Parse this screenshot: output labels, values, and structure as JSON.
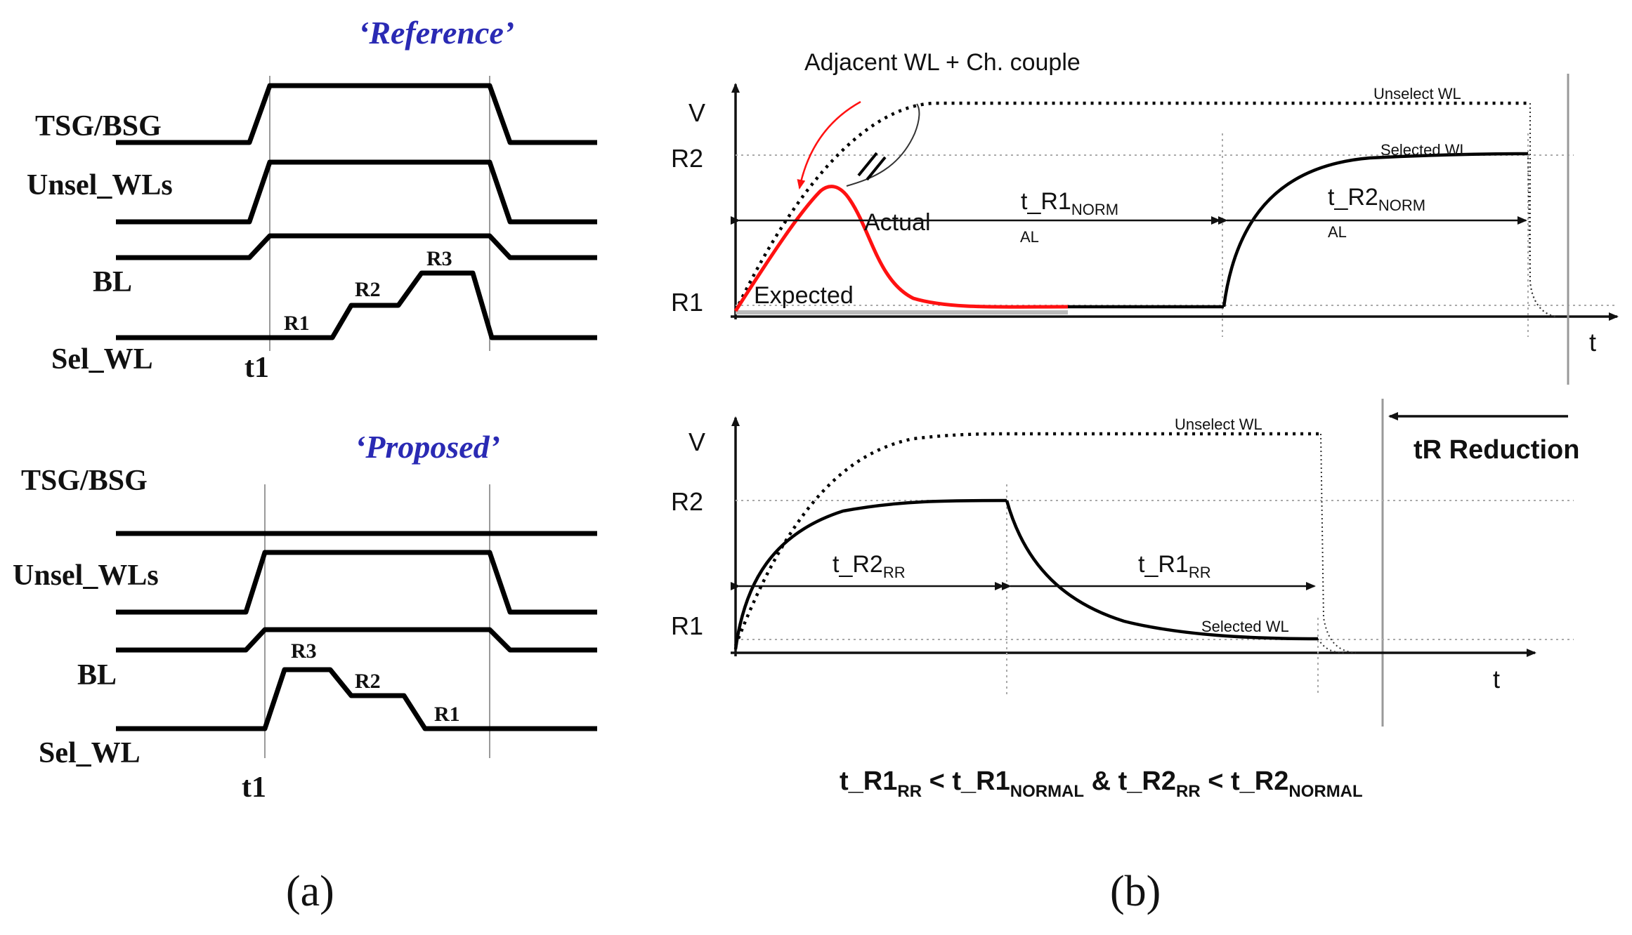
{
  "panel_a": {
    "label": "(a)",
    "reference": {
      "title": "‘Reference’",
      "signals": [
        "TSG/BSG",
        "Unsel_WLs",
        "BL",
        "Sel_WL"
      ],
      "levels": [
        "R1",
        "R2",
        "R3"
      ],
      "time_label": "t1"
    },
    "proposed": {
      "title": "‘Proposed’",
      "signals": [
        "TSG/BSG",
        "Unsel_WLs",
        "BL",
        "Sel_WL"
      ],
      "levels": [
        "R3",
        "R2",
        "R1"
      ],
      "time_label": "t1"
    }
  },
  "panel_b": {
    "label": "(b)",
    "top": {
      "y_axis": "V",
      "x_axis": "t",
      "r2": "R2",
      "r1": "R1",
      "annotation": "Adjacent WL + Ch. couple",
      "unselect_wl": "Unselect WL",
      "selected_wl": "Selected WL",
      "actual": "Actual",
      "expected": "Expected",
      "t1_main": "t_R1",
      "t1_sub": "NORM",
      "t1_sub2": "AL",
      "t2_main": "t_R2",
      "t2_sub": "NORM",
      "t2_sub2": "AL"
    },
    "bottom": {
      "y_axis": "V",
      "x_axis": "t",
      "r2": "R2",
      "r1": "R1",
      "unselect_wl": "Unselect WL",
      "selected_wl": "Selected WL",
      "t2_main": "t_R2",
      "t2_sub": "RR",
      "t1_main": "t_R1",
      "t1_sub": "RR"
    },
    "reduction": "tR Reduction",
    "inequality": {
      "a_main": "t_R1",
      "a_sub": "RR",
      "lt1": " < ",
      "b_main": "t_R1",
      "b_sub": "NORMAL",
      "amp": " & ",
      "c_main": "t_R2",
      "c_sub": "RR",
      "lt2": " < ",
      "d_main": "t_R2",
      "d_sub": "NORMAL"
    }
  },
  "colors": {
    "title_blue": "#2a2ab4",
    "red_curve": "#ff1111"
  }
}
